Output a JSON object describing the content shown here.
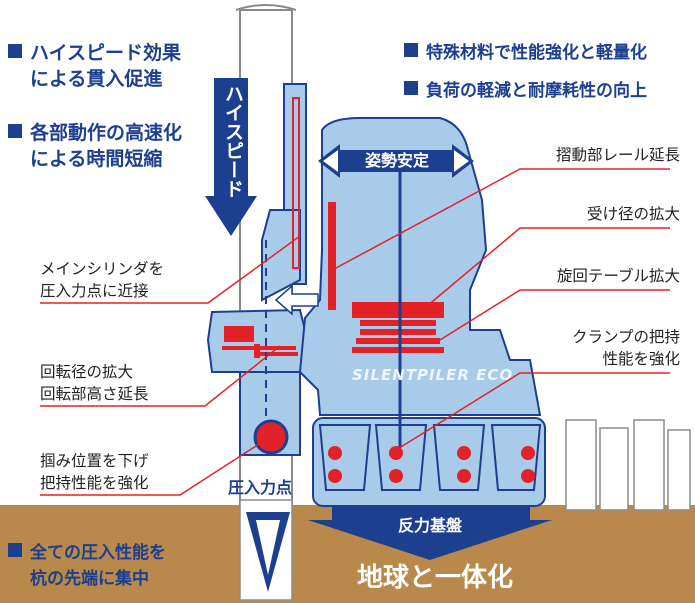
{
  "top_left": {
    "item1_line1": "ハイスピード効果",
    "item1_line2": "による貫入促進",
    "item2_line1": "各部動作の高速化",
    "item2_line2": "による時間短縮"
  },
  "top_right": {
    "item1": "特殊材料で性能強化と軽量化",
    "item2": "負荷の軽減と耐摩耗性の向上"
  },
  "arrows": {
    "high_speed": "ハイスピード",
    "stability": "姿勢安定",
    "press_point": "圧入力点",
    "reaction_base": "反力基盤",
    "earth": "地球と一体化"
  },
  "machine_logo": "SILENTPILER ECO",
  "left_callouts": {
    "c1_line1": "メインシリンダを",
    "c1_line2": "圧入力点に近接",
    "c2_line1": "回転径の拡大",
    "c2_line2": "回転部高さ延長",
    "c3_line1": "掴み位置を下げ",
    "c3_line2": "把持性能を強化"
  },
  "right_callouts": {
    "c1": "摺動部レール延長",
    "c2": "受け径の拡大",
    "c3": "旋回テーブル拡大",
    "c4_line1": "クランプの把持",
    "c4_line2": "性能を強化"
  },
  "bottom_left": {
    "line1": "全ての圧入性能を",
    "line2": "杭の先端に集中"
  },
  "colors": {
    "machine": "#a8cbea",
    "outline": "#1c3f8f",
    "red": "#e32228",
    "ground": "#b8894a",
    "text_blue": "#1c3f8f"
  }
}
